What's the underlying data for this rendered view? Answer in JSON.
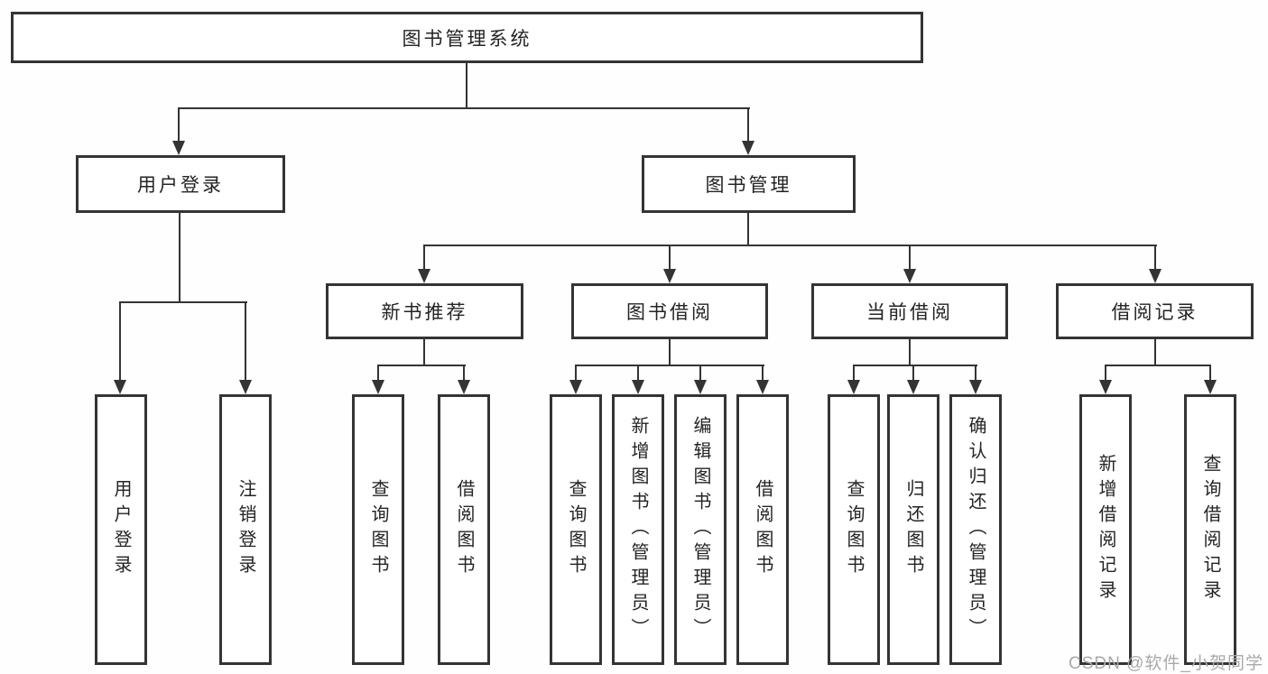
{
  "diagram_title": "图书管理系统",
  "colors": {
    "line": "#343434",
    "box_border": "#343434",
    "text": "#242424",
    "watermark": "#a9a9a9",
    "background": "#ffffff"
  },
  "tree": {
    "label": "图书管理系统",
    "children": [
      {
        "label": "用户登录",
        "children": [
          {
            "label": "用户登录"
          },
          {
            "label": "注销登录"
          }
        ]
      },
      {
        "label": "图书管理",
        "children": [
          {
            "label": "新书推荐",
            "children": [
              {
                "label": "查询图书"
              },
              {
                "label": "借阅图书"
              }
            ]
          },
          {
            "label": "图书借阅",
            "children": [
              {
                "label": "查询图书"
              },
              {
                "label": "新增图书（管理员）"
              },
              {
                "label": "编辑图书（管理员）"
              },
              {
                "label": "借阅图书"
              }
            ]
          },
          {
            "label": "当前借阅",
            "children": [
              {
                "label": "查询图书"
              },
              {
                "label": "归还图书"
              },
              {
                "label": "确认归还（管理员）"
              }
            ]
          },
          {
            "label": "借阅记录",
            "children": [
              {
                "label": "新增借阅记录"
              },
              {
                "label": "查询借阅记录"
              }
            ]
          }
        ]
      }
    ]
  },
  "watermark": {
    "text": "CSDN @软件_小贺同学"
  }
}
